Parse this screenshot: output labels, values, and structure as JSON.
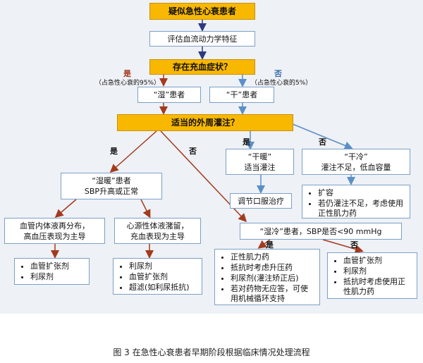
{
  "nodes": {
    "suspected": "疑似急性心衰患者",
    "assess": "评估血流动力学特征",
    "congestion": "存在充血症状？",
    "wet": "“湿”患者",
    "dry": "“干”患者",
    "perfusion": "适当的外周灌注？",
    "warm_wet": [
      "“湿暖”患者",
      "SBP升高或正常"
    ],
    "vascular": [
      "血管内体液再分布，",
      "高血压表现为主导"
    ],
    "cardiac": [
      "心源性体液潴留，",
      "充血表现为主导"
    ],
    "dry_warm": [
      "“干暖”",
      "适当灌注"
    ],
    "dry_cold": [
      "“干冷”",
      "灌注不足，低血容量"
    ],
    "adjust": "调节口服治疗",
    "wet_cold": "“湿冷”患者，SBP是否<90 mmHg"
  },
  "lists": {
    "vascular_tx": [
      "血管扩张剂",
      "利尿剂"
    ],
    "cardiac_tx": [
      "利尿剂",
      "血管扩张剂",
      "超滤(如利尿抵抗)"
    ],
    "dry_cold_tx": [
      "扩容",
      "若仍灌注不足，考虑使用正性肌力药"
    ],
    "wet_cold_yes_tx": [
      "正性肌力药",
      "抵抗时考虑升压药",
      "利尿剂(灌注矫正后)",
      "若对药物无应答，可使用机械循环支持"
    ],
    "wet_cold_no_tx": [
      "血管扩张剂",
      "利尿剂",
      "抵抗时考虑使用正性肌力药"
    ]
  },
  "labels": {
    "yes": "是",
    "no": "否",
    "yes_pct": "（占急性心衰的95%）",
    "no_pct": "（占急性心衰的5%）"
  },
  "caption": "图 3  在急性心衰患者早期阶段根据临床情况处理流程",
  "colors": {
    "gold": "#f9b800",
    "arrow_red": "#a33a1e",
    "arrow_blue": "#5b8fc7",
    "arrow_navy": "#2b3a80",
    "background": "#eef1f5"
  }
}
